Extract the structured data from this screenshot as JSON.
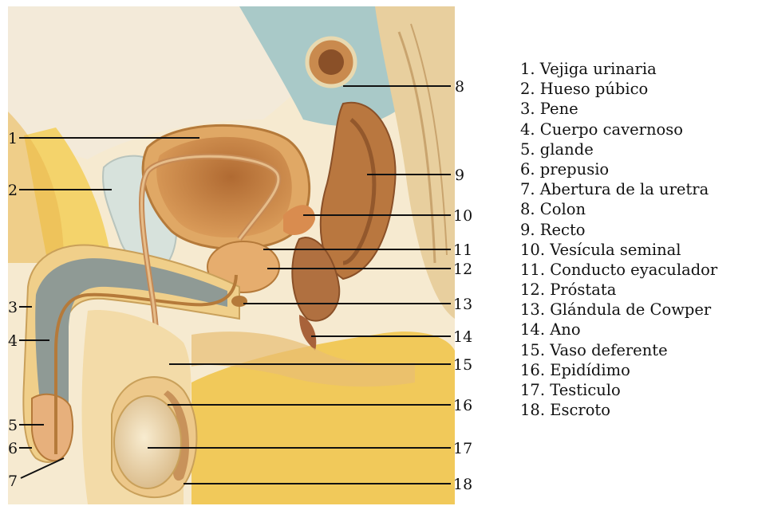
{
  "anatomy_legend": [
    {
      "number": "1",
      "label": "1. Vejiga urinaria"
    },
    {
      "number": "2",
      "label": "2. Hueso púbico"
    },
    {
      "number": "3",
      "label": "3. Pene"
    },
    {
      "number": "4",
      "label": "4. Cuerpo cavernoso"
    },
    {
      "number": "5",
      "label": "5. glande"
    },
    {
      "number": "6",
      "label": "6. prepusio"
    },
    {
      "number": "7",
      "label": "7. Abertura de la uretra"
    },
    {
      "number": "8",
      "label": "8. Colon"
    },
    {
      "number": "9",
      "label": "9. Recto"
    },
    {
      "number": "10",
      "label": "10. Vesícula seminal"
    },
    {
      "number": "11",
      "label": "11. Conducto eyaculador"
    },
    {
      "number": "12",
      "label": "12. Próstata"
    },
    {
      "number": "13",
      "label": "13. Glándula de Cowper"
    },
    {
      "number": "14",
      "label": "14. Ano"
    },
    {
      "number": "15",
      "label": "15. Vaso deferente"
    },
    {
      "number": "16",
      "label": "16. Epidídimo"
    },
    {
      "number": "17",
      "label": "17. Testiculo"
    },
    {
      "number": "18",
      "label": "18. Escroto"
    }
  ],
  "colors": {
    "skin": "#f2d9a3",
    "fat_yellow": "#f4d36b",
    "pelvis_bone": "#d7e2dc",
    "bladder": "#c98a4e",
    "rectum": "#a86a3a",
    "colon_blue": "#9cbcc0",
    "erectile_gray": "#8f9a95",
    "testis": "#f0e0b8",
    "leader_line": "#111111"
  }
}
